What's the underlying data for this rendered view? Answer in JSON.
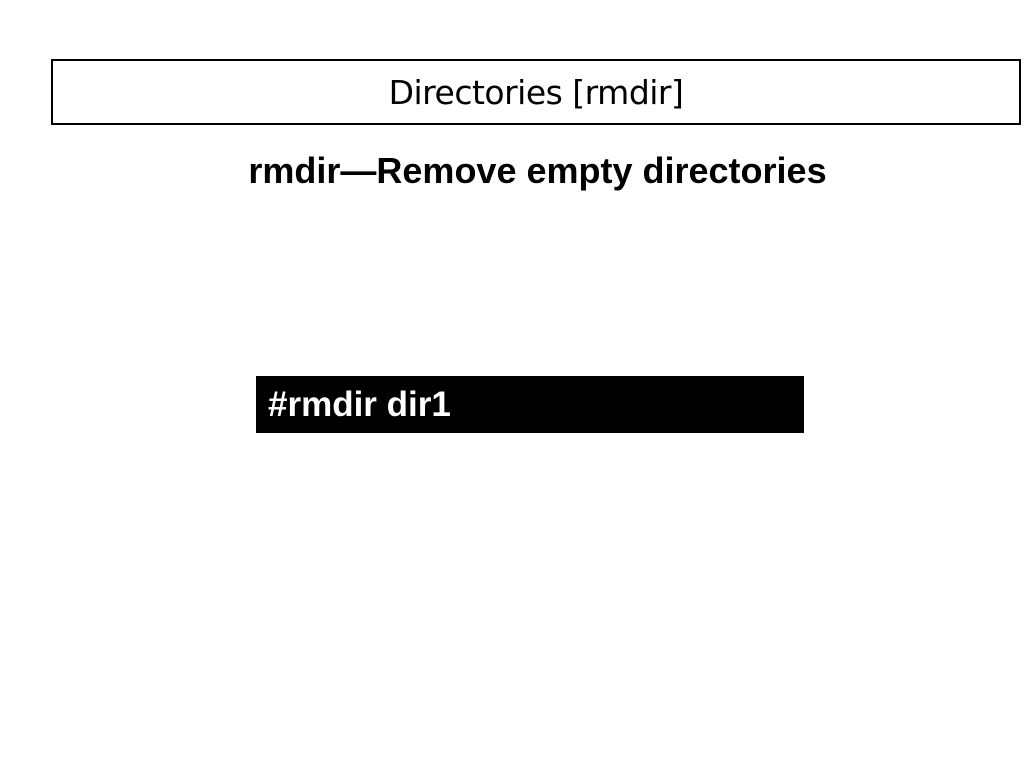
{
  "slide": {
    "title": "Directories [rmdir]",
    "subtitle": "rmdir—Remove empty directories",
    "command_example": "#rmdir dir1"
  },
  "colors": {
    "background": "#ffffff",
    "text": "#000000",
    "title_border": "#000000",
    "command_background": "#000000",
    "command_text": "#ffffff"
  }
}
